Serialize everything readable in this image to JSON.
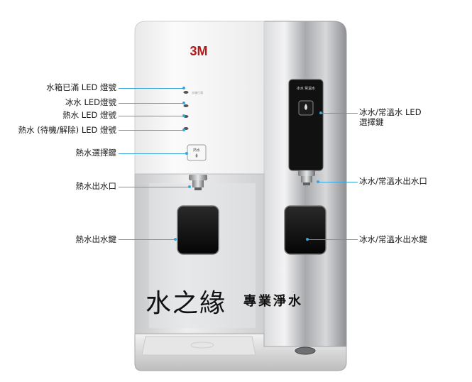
{
  "brand": "3M",
  "labels_left": [
    "水箱已滿 LED 燈號",
    "冰水 LED燈號",
    "熱水 LED 燈號",
    "熱水 (待機/解除) LED 燈號",
    "熱水選擇鍵",
    "熱水出水口",
    "熱水出水鍵"
  ],
  "labels_right": [
    "冰水/常溫水 LED\n選擇鍵",
    "冰水/常溫水出水口",
    "冰水/常溫水出水鍵"
  ],
  "panel_text": "冰水 常溫水",
  "hot_button_text": "熱水",
  "watermark_main": "水之緣",
  "watermark_sub": "專業淨水",
  "colors": {
    "leader": "#3aa6dc",
    "panel": "#111111",
    "body_white": "#f4f4f4"
  }
}
